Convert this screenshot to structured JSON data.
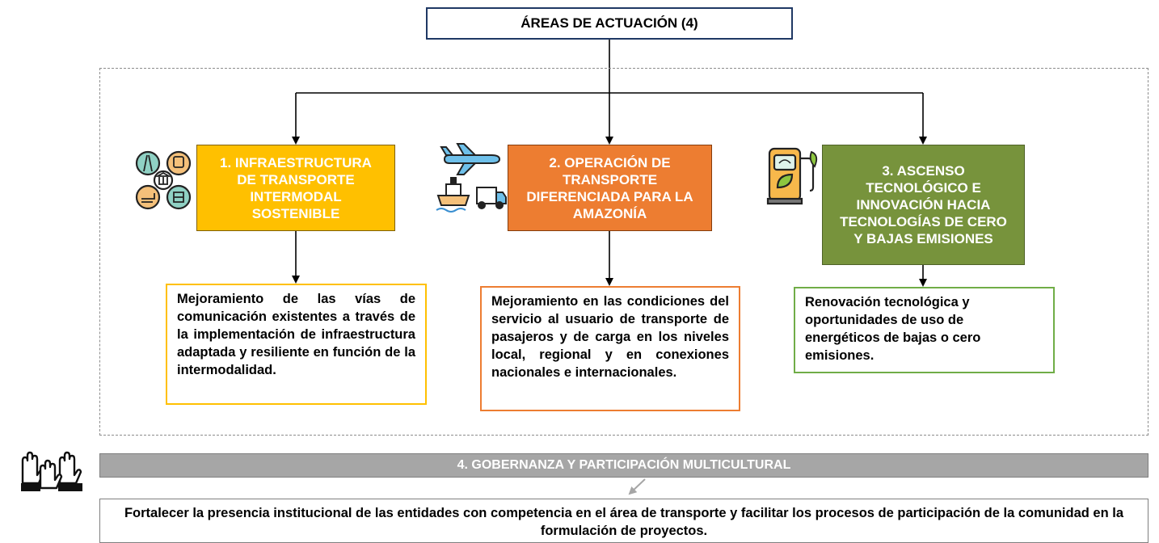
{
  "title": "ÁREAS DE ACTUACIÓN (4)",
  "areas": [
    {
      "label": "1. INFRAESTRUCTURA DE TRANSPORTE INTERMODAL SOSTENIBLE",
      "color": "#ffc000",
      "icon": "intermodal-transport-icon",
      "description": "Mejoramiento de las vías de comunicación existentes a través de la implementación de infraestructura adaptada y resiliente en función de la intermodalidad."
    },
    {
      "label": "2. OPERACIÓN DE TRANSPORTE DIFERENCIADA PARA LA AMAZONÍA",
      "color": "#ed7d31",
      "icon": "plane-ship-truck-icon",
      "description": "Mejoramiento en las condiciones del servicio al usuario de transporte de pasajeros y de carga en los niveles local, regional y en conexiones nacionales e internacionales."
    },
    {
      "label": "3. ASCENSO TECNOLÓGICO E INNOVACIÓN HACIA TECNOLOGÍAS DE CERO Y BAJAS EMISIONES",
      "color": "#77933c",
      "icon": "green-fuel-pump-icon",
      "description": "Renovación tecnológica y oportunidades de uso de energéticos de bajas o cero emisiones."
    }
  ],
  "governance": {
    "label": "4. GOBERNANZA Y PARTICIPACIÓN MULTICULTURAL",
    "color": "#a6a6a6",
    "icon": "raised-hands-icon",
    "description": "Fortalecer la presencia institucional de las entidades con competencia en el área de transporte y facilitar los procesos de participación de la comunidad en la formulación de proyectos."
  }
}
